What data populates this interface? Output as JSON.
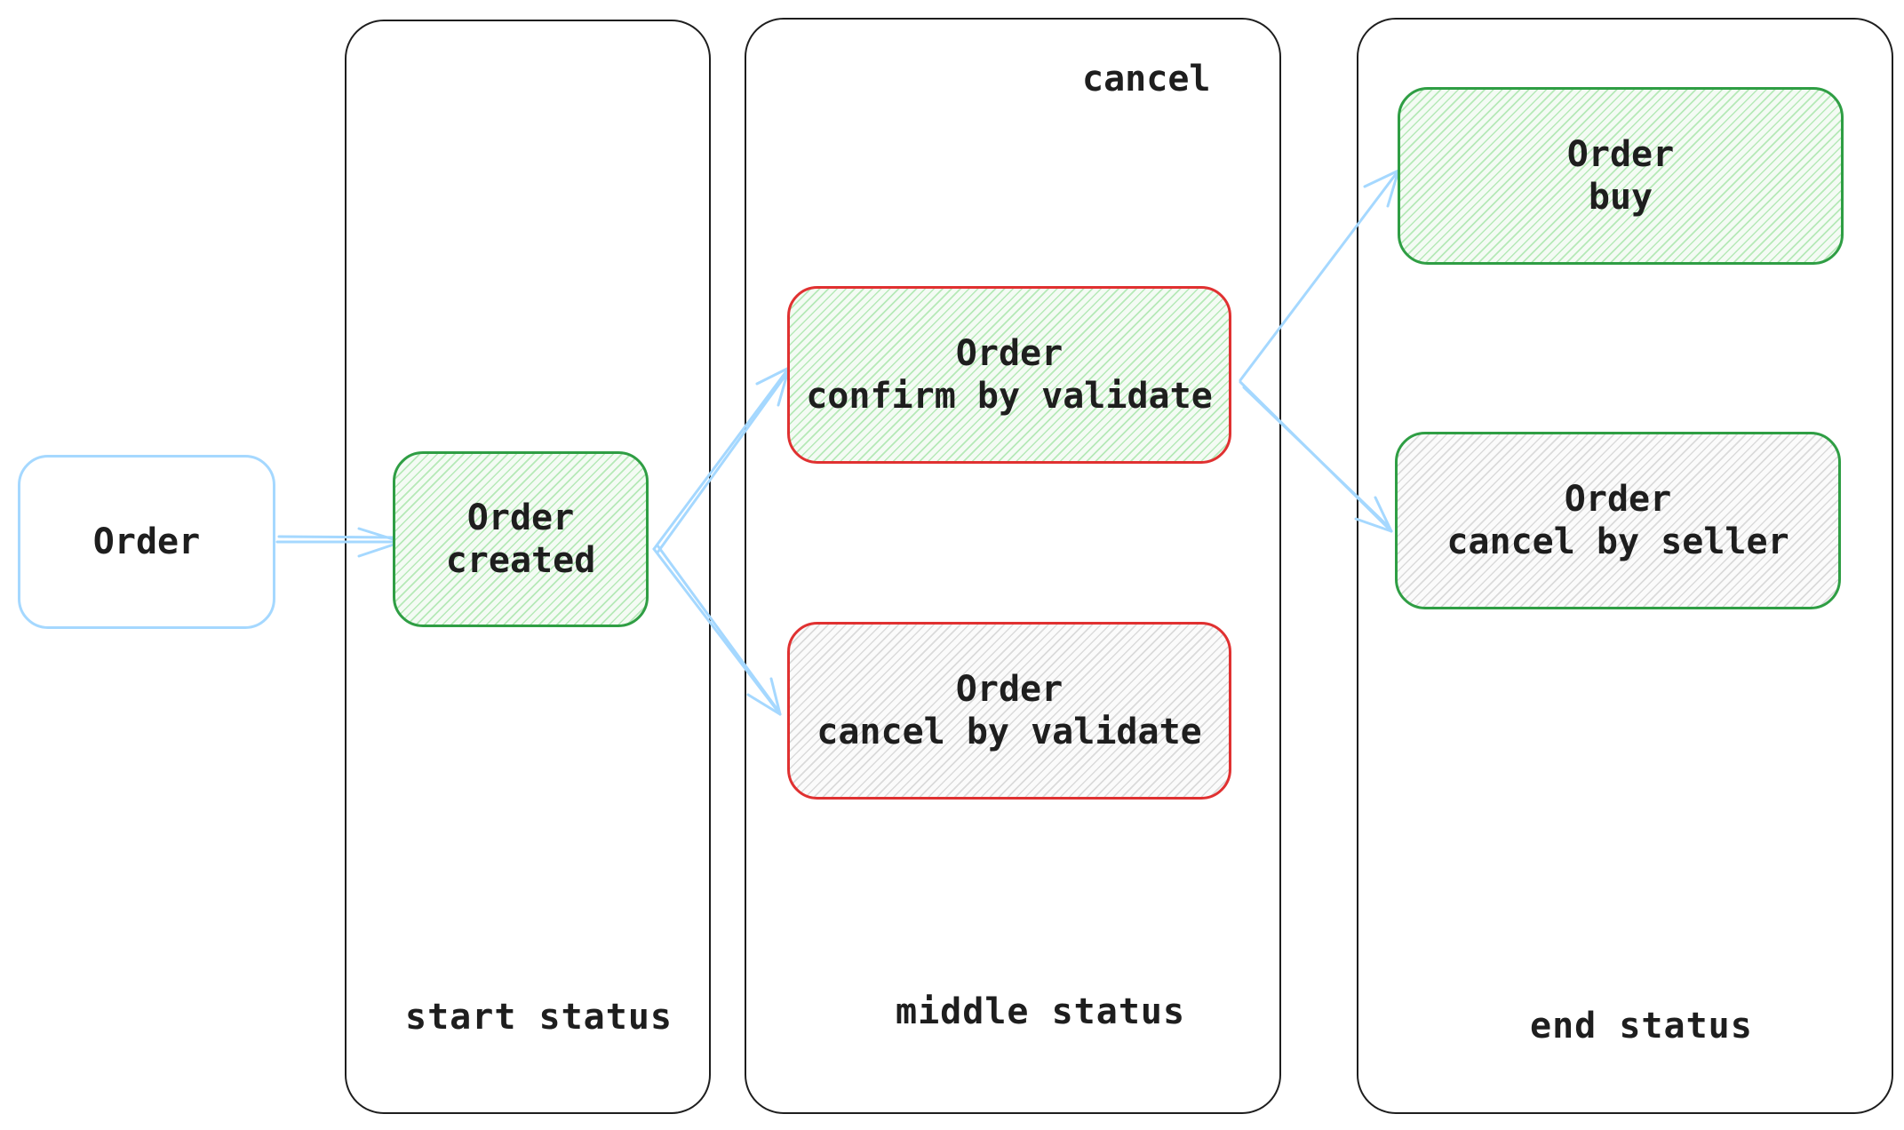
{
  "lanes": {
    "start": {
      "label": "start status"
    },
    "middle": {
      "label": "middle status"
    },
    "end": {
      "label": "end status"
    }
  },
  "floating_label": "cancel",
  "nodes": {
    "order_source": {
      "line1": "Order"
    },
    "order_created": {
      "line1": "Order",
      "line2": "created"
    },
    "order_confirm": {
      "line1": "Order",
      "line2": "confirm by validate"
    },
    "order_cancel_validate": {
      "line1": "Order",
      "line2": "cancel by validate"
    },
    "order_buy": {
      "line1": "Order",
      "line2": "buy"
    },
    "order_cancel_seller": {
      "line1": "Order",
      "line2": "cancel by seller"
    }
  },
  "colors": {
    "stroke": "#1e1e1e",
    "green": "#2f9e44",
    "red": "#e03131",
    "blue": "#a5d8ff"
  }
}
